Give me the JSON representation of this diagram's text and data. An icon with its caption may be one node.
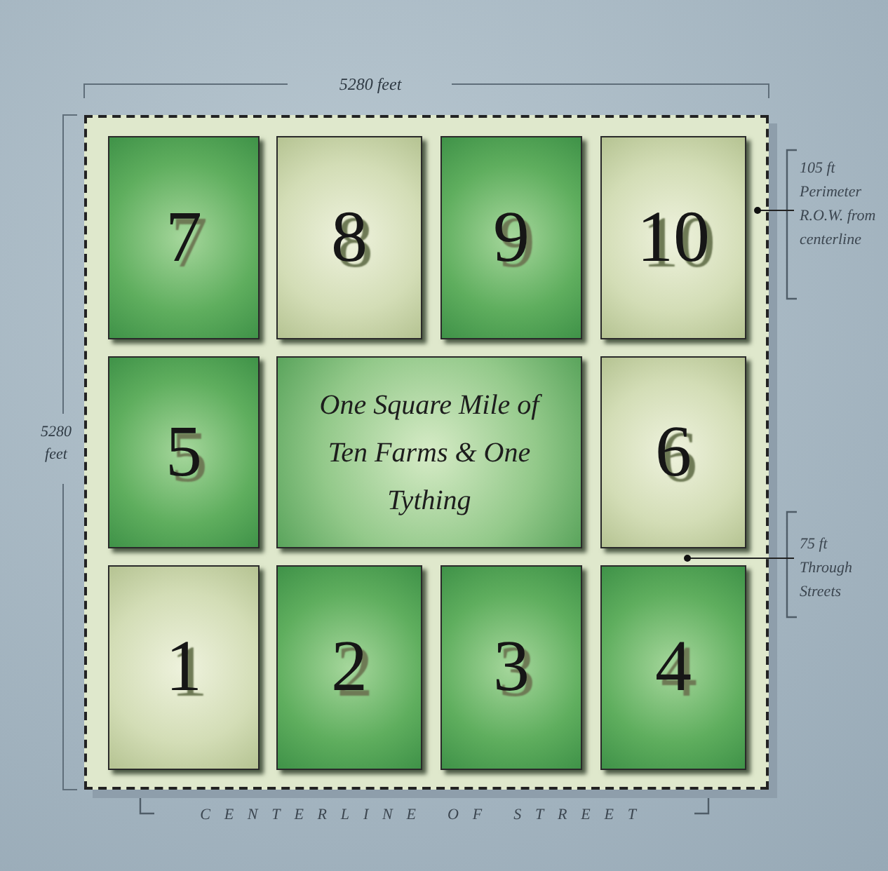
{
  "diagram": {
    "nodes": [
      {
        "text": [],
        "shape": "box"
      },
      {
        "text": [
          "7"
        ],
        "in": 0
      },
      {
        "text": [
          "8"
        ],
        "in": 0
      },
      {
        "text": [
          "9"
        ],
        "in": 0
      },
      {
        "text": [
          "10"
        ],
        "in": 0
      },
      {
        "text": [
          "5"
        ],
        "in": 0
      },
      {
        "text": [
          "One Square Mile of Ten Farms & One Tything"
        ],
        "in": 0
      },
      {
        "text": [
          "6"
        ],
        "in": 0
      },
      {
        "text": [
          "1"
        ],
        "in": 0
      },
      {
        "text": [
          "2"
        ],
        "in": 0
      },
      {
        "text": [
          "3"
        ],
        "in": 0
      },
      {
        "text": [
          "4"
        ],
        "in": 0
      },
      {
        "text": [
          "105 ft Perimeter R.O.W. from centerline"
        ]
      },
      {
        "text": [
          "75 ft Through Streets"
        ]
      }
    ],
    "edges": [
      {
        "from": 12,
        "to": 0,
        "arrow": "other"
      },
      {
        "from": 13,
        "to": 0,
        "arrow": "other"
      }
    ],
    "labels": [
      "5280 feet",
      "5280 feet",
      "CENTERLINE OF STREET"
    ]
  }
}
